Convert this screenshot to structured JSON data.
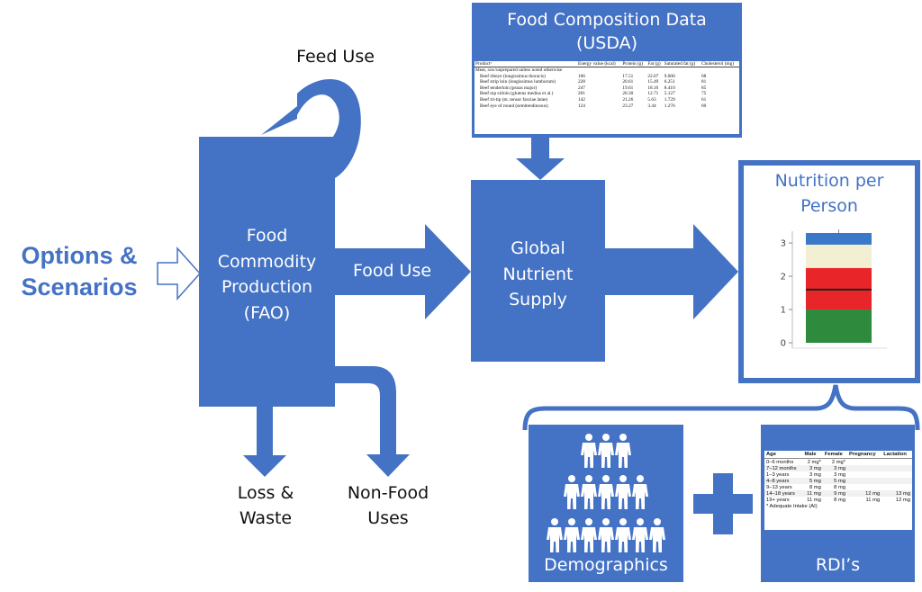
{
  "left_label": {
    "line1": "Options &",
    "line2": "Scenarios"
  },
  "feed_use": "Feed Use",
  "fao_box": {
    "lines": [
      "Food",
      "Commodity",
      "Production",
      "(FAO)"
    ]
  },
  "food_use": "Food Use",
  "global_box": {
    "lines": [
      "Global",
      "Nutrient",
      "Supply"
    ]
  },
  "usda_box": {
    "line1": "Food Composition Data",
    "line2": "(USDA)"
  },
  "usda_table": {
    "headers": [
      "Productᵃ",
      "Energy value (kcal)",
      "Protein (g)",
      "Fat (g)",
      "Saturated fat (g)",
      "Cholesterol (mg)"
    ],
    "group": "Meat, raw/unprepared unless noted otherwise",
    "rows": [
      [
        "Beef ribeye (longissimus thoracis)",
        "166",
        "17.51",
        "22.07",
        "9.000",
        "68"
      ],
      [
        "Beef strip loin (longissimus lumborum)",
        "228",
        "20.61",
        "15.49",
        "6.251",
        "81"
      ],
      [
        "Beef tenderloin (psoas major)",
        "247",
        "19.61",
        "18.16",
        "8.410",
        "85"
      ],
      [
        "Beef top sirloin (gluteus medius et al.)",
        "201",
        "20.30",
        "12.71",
        "5.127",
        "75"
      ],
      [
        "Beef tri-tip (m. tensor fasciae latae)",
        "142",
        "21.26",
        "5.63",
        "1.729",
        "61"
      ],
      [
        "Beef eye of round (semitendinosus)",
        "124",
        "23.27",
        "3.44",
        "1.276",
        "60"
      ]
    ]
  },
  "nutrition_box": {
    "line1": "Nutrition per",
    "line2": "Person"
  },
  "chart_data": {
    "type": "bar",
    "ylim": [
      0,
      3.3
    ],
    "yticks": [
      "0",
      "1",
      "2",
      "3"
    ],
    "stacked_segments": [
      {
        "from": 0,
        "to": 1.0,
        "color": "#2e8b3e"
      },
      {
        "from": 1.0,
        "to": 2.25,
        "color": "#e8262a"
      },
      {
        "from": 2.25,
        "to": 2.95,
        "color": "#f2efd2"
      },
      {
        "from": 2.95,
        "to": 3.3,
        "color": "#3b78c8"
      }
    ],
    "reference_line": 1.6
  },
  "loss_waste": {
    "line1": "Loss &",
    "line2": "Waste"
  },
  "non_food": {
    "line1": "Non-Food",
    "line2": "Uses"
  },
  "demographics": "Demographics",
  "rdis": "RDI’s",
  "rdi_table": {
    "headers": [
      "Age",
      "Male",
      "Female",
      "Pregnancy",
      "Lactation"
    ],
    "rows": [
      [
        "0–6 months",
        "2 mg*",
        "2 mg*",
        "",
        ""
      ],
      [
        "7–12 months",
        "3 mg",
        "3 mg",
        "",
        ""
      ],
      [
        "1–3 years",
        "3 mg",
        "3 mg",
        "",
        ""
      ],
      [
        "4–8 years",
        "5 mg",
        "5 mg",
        "",
        ""
      ],
      [
        "9–13 years",
        "8 mg",
        "8 mg",
        "",
        ""
      ],
      [
        "14–18 years",
        "11 mg",
        "9 mg",
        "12 mg",
        "13 mg"
      ],
      [
        "19+ years",
        "11 mg",
        "8 mg",
        "11 mg",
        "12 mg"
      ]
    ],
    "footnote": "* Adequate Intake (AI)"
  },
  "colors": {
    "primary": "#4472c4",
    "border": "#3a66b3"
  }
}
